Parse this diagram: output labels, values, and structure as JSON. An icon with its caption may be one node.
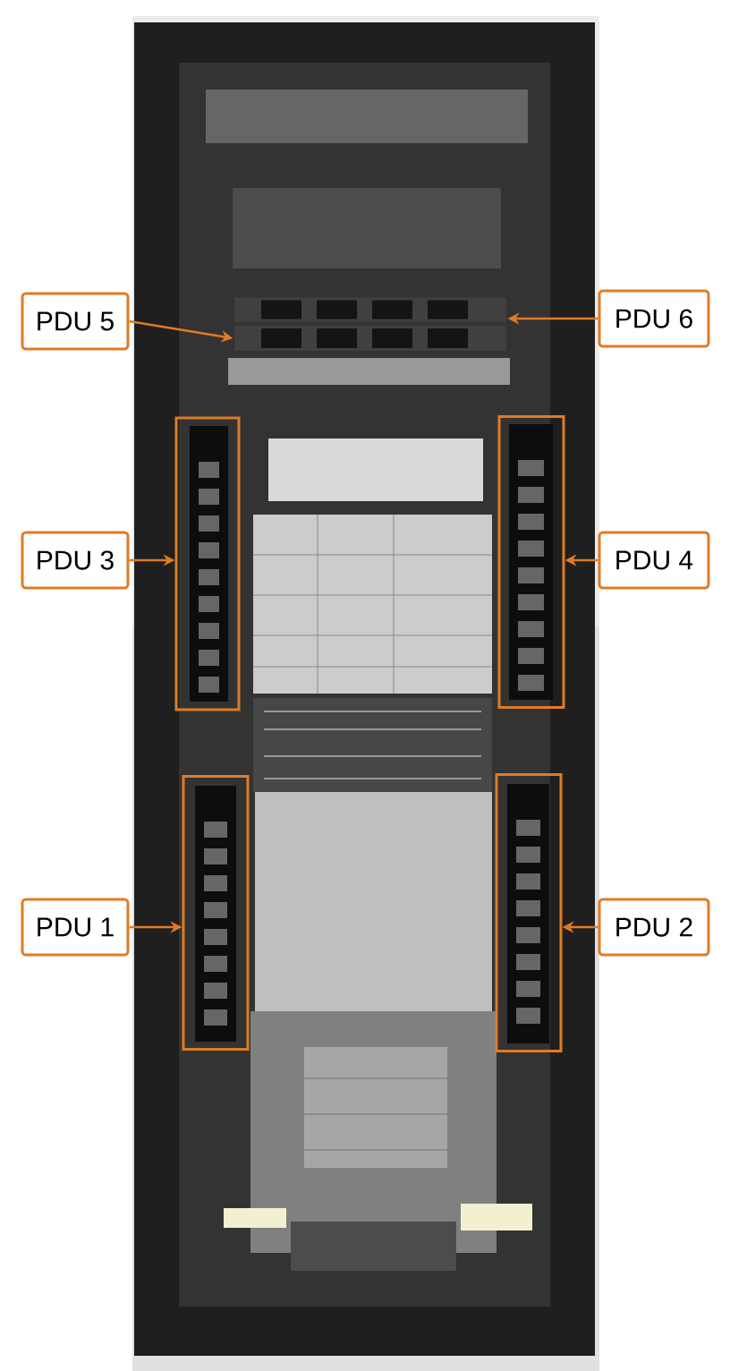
{
  "diagram": {
    "nodes": [
      {
        "text": [
          "PDU 5"
        ]
      },
      {
        "text": [
          "PDU 6"
        ]
      },
      {
        "text": [
          "PDU 3"
        ]
      },
      {
        "text": [],
        "shape": "box"
      },
      {
        "text": [
          "PDU 4"
        ]
      },
      {
        "text": [],
        "shape": "box"
      },
      {
        "text": [
          "PDU 1"
        ]
      },
      {
        "text": [],
        "shape": "box"
      },
      {
        "text": [
          "PDU 2"
        ]
      },
      {
        "text": [],
        "shape": "box"
      },
      {
        "text": [],
        "shape": "picture"
      },
      {
        "text": [],
        "shape": "picture"
      }
    ],
    "edges": [
      {
        "from": 0,
        "to": 11,
        "arrow": "to"
      },
      {
        "from": 1,
        "to": 10,
        "arrow": "to"
      },
      {
        "from": 2,
        "to": 3,
        "arrow": "to"
      },
      {
        "from": 4,
        "to": 5,
        "arrow": "to"
      },
      {
        "from": 6,
        "to": 7,
        "arrow": "to"
      },
      {
        "from": 8,
        "to": 9,
        "arrow": "to"
      }
    ]
  }
}
